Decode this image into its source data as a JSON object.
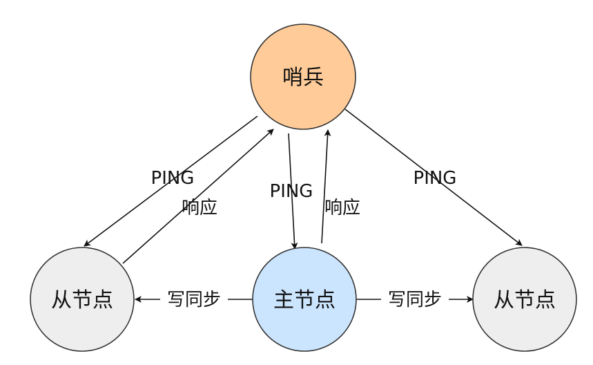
{
  "nodes": {
    "sentinel": {
      "label": "哨兵",
      "fill": "#FFCC99",
      "stroke": "#333333"
    },
    "master": {
      "label": "主节点",
      "fill": "#CCE5FF",
      "stroke": "#333333"
    },
    "slave_left": {
      "label": "从节点",
      "fill": "#EEEEEE",
      "stroke": "#333333"
    },
    "slave_right": {
      "label": "从节点",
      "fill": "#EEEEEE",
      "stroke": "#333333"
    }
  },
  "edges": {
    "ping_left": "PING",
    "reply_left": "响应",
    "ping_master": "PING",
    "reply_master": "响应",
    "ping_right": "PING",
    "sync_left": "写同步",
    "sync_right": "写同步"
  }
}
